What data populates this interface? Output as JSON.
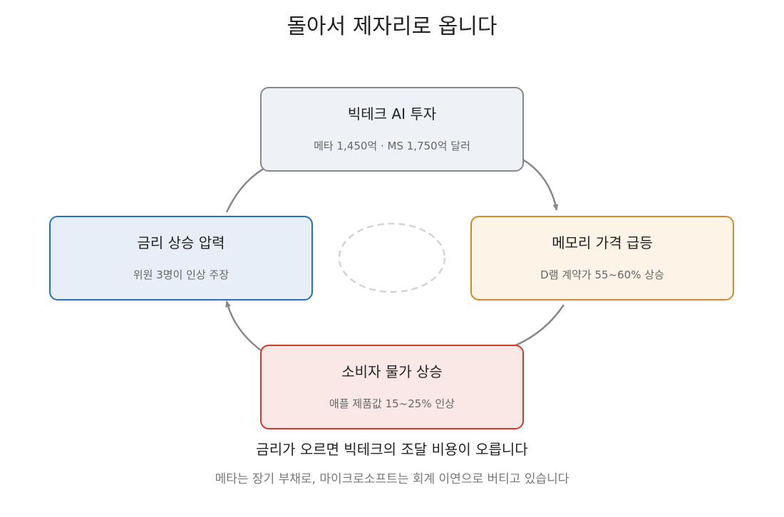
{
  "title": "돌아서 제자리로 옵니다",
  "nodes": {
    "top": {
      "title": "빅테크 AI 투자",
      "subtitle": "메타 1,450억 · MS 1,750억 달러",
      "fill": "#eef1f5",
      "border": "#888888"
    },
    "right": {
      "title": "메모리 가격 급등",
      "subtitle": "D램 계약가 55~60% 상승",
      "fill": "#fdf3e7",
      "border": "#d08a2c"
    },
    "bottom": {
      "title": "소비자 물가 상승",
      "subtitle": "애플 제품값 15~25% 인상",
      "fill": "#f9e8e6",
      "border": "#d0392b"
    },
    "left": {
      "title": "금리 상승 압력",
      "subtitle": "위원 3명이 인상 주장",
      "fill": "#e8eef8",
      "border": "#2a6ebb"
    }
  },
  "colors": {
    "arrow": "#888888",
    "center_ring": "#d4d4d4"
  },
  "caption": {
    "main": "금리가 오르면 빅테크의 조달 비용이 오릅니다",
    "sub": "메타는 장기 부채로, 마이크로소프트는 회계 이연으로 버티고 있습니다"
  }
}
